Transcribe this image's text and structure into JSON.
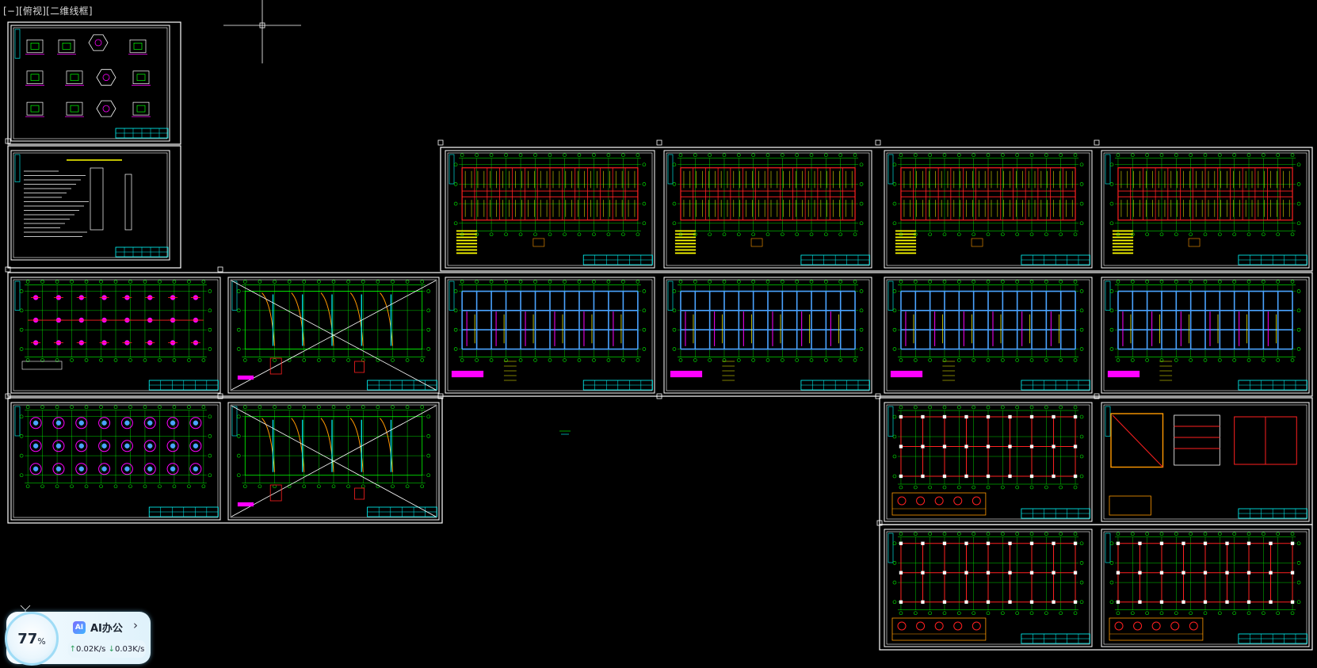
{
  "viewport": {
    "label": "[−][俯视][二维线框]"
  },
  "drawing": {
    "background": "#000000",
    "colors": {
      "frame": "#ffffff",
      "grid": "#00ff00",
      "beam": "#ff2020",
      "yellow": "#ffff00",
      "cyan": "#00ffff",
      "magenta": "#ff00ff",
      "slab": "#4aa3ff",
      "orange": "#ff9900"
    },
    "sheets": [
      {
        "type": "detail"
      },
      {
        "type": "notes"
      },
      {
        "type": "plan-red"
      },
      {
        "type": "plan-red"
      },
      {
        "type": "plan-red"
      },
      {
        "type": "plan-red"
      },
      {
        "type": "foundation"
      },
      {
        "type": "stair-slab"
      },
      {
        "type": "slab-blue"
      },
      {
        "type": "slab-blue"
      },
      {
        "type": "slab-blue"
      },
      {
        "type": "slab-blue"
      },
      {
        "type": "pile-cap"
      },
      {
        "type": "stair-slab"
      },
      {
        "type": "column-grid"
      },
      {
        "type": "mixed"
      },
      {
        "type": "column-grid"
      },
      {
        "type": "column-grid"
      }
    ]
  },
  "widget": {
    "percent_value": "77",
    "percent_sign": "%",
    "ai_badge": "AI",
    "ai_label": "AI办公",
    "chevron": "›",
    "upload_arrow": "↑",
    "upload_speed": "0.02K/s",
    "download_arrow": "↓",
    "download_speed": "0.03K/s"
  }
}
